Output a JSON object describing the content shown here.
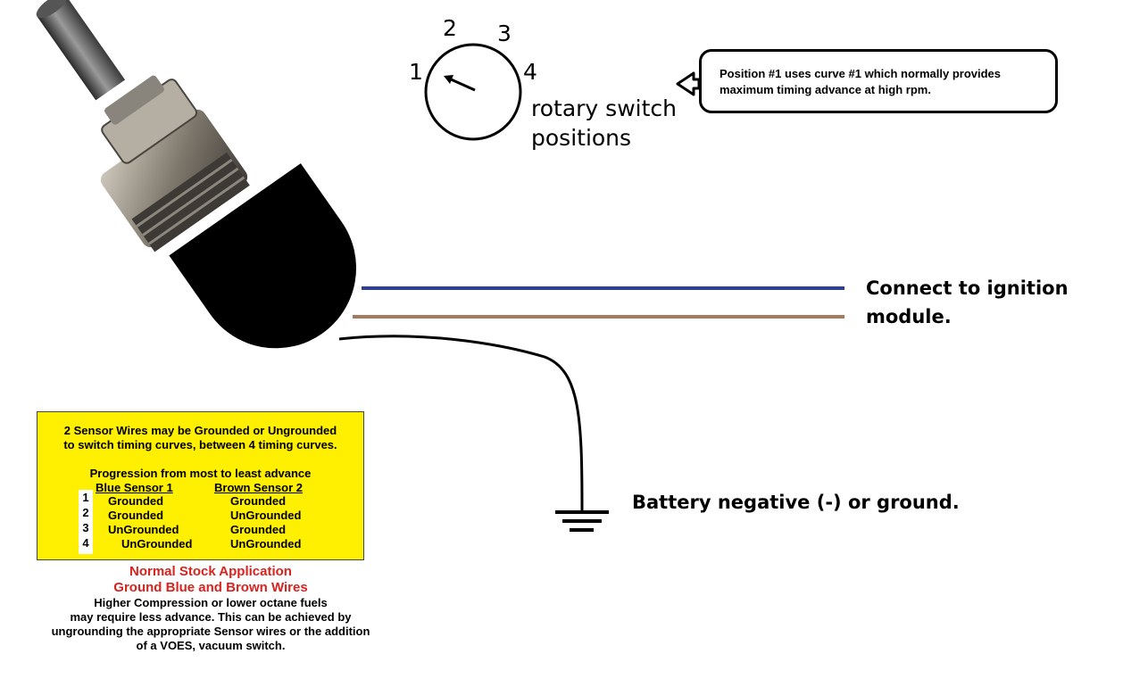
{
  "rotary": {
    "positions": [
      "1",
      "2",
      "3",
      "4"
    ],
    "label_line1": "rotary switch",
    "label_line2": "positions"
  },
  "callout": {
    "line1": "Position #1 uses curve #1 which normally provides",
    "line2": "maximum timing advance at high rpm."
  },
  "wires": {
    "blue_color": "#2e3f9b",
    "brown_color": "#a57a5f",
    "ground_color": "#000000",
    "ignition_line1": "Connect to ignition",
    "ignition_line2": "module.",
    "ground_label": "Battery negative (-) or ground."
  },
  "table": {
    "intro_line1": "2 Sensor Wires may be Grounded or Ungrounded",
    "intro_line2": "to switch timing curves, between 4 timing curves.",
    "progression": "Progression from most to least advance",
    "col1": "Blue Sensor 1",
    "col2": "Brown Sensor 2",
    "rows": [
      {
        "num": "1",
        "blue": "Grounded",
        "brown": "Grounded"
      },
      {
        "num": "2",
        "blue": "Grounded",
        "brown": "UnGrounded"
      },
      {
        "num": "3",
        "blue": "UnGrounded",
        "brown": "Grounded"
      },
      {
        "num": "4",
        "blue": "UnGrounded",
        "brown": "UnGrounded"
      }
    ],
    "background": "#ffef00"
  },
  "notes": {
    "red_line1": "Normal Stock Application",
    "red_line2": "Ground Blue and Brown Wires",
    "red_color": "#d8231e",
    "line1": "Higher Compression or lower octane fuels",
    "line2": "may require less advance. This can be achieved by",
    "line3": "ungrounding the appropriate Sensor wires or the addition",
    "line4": "of a VOES, vacuum switch."
  }
}
